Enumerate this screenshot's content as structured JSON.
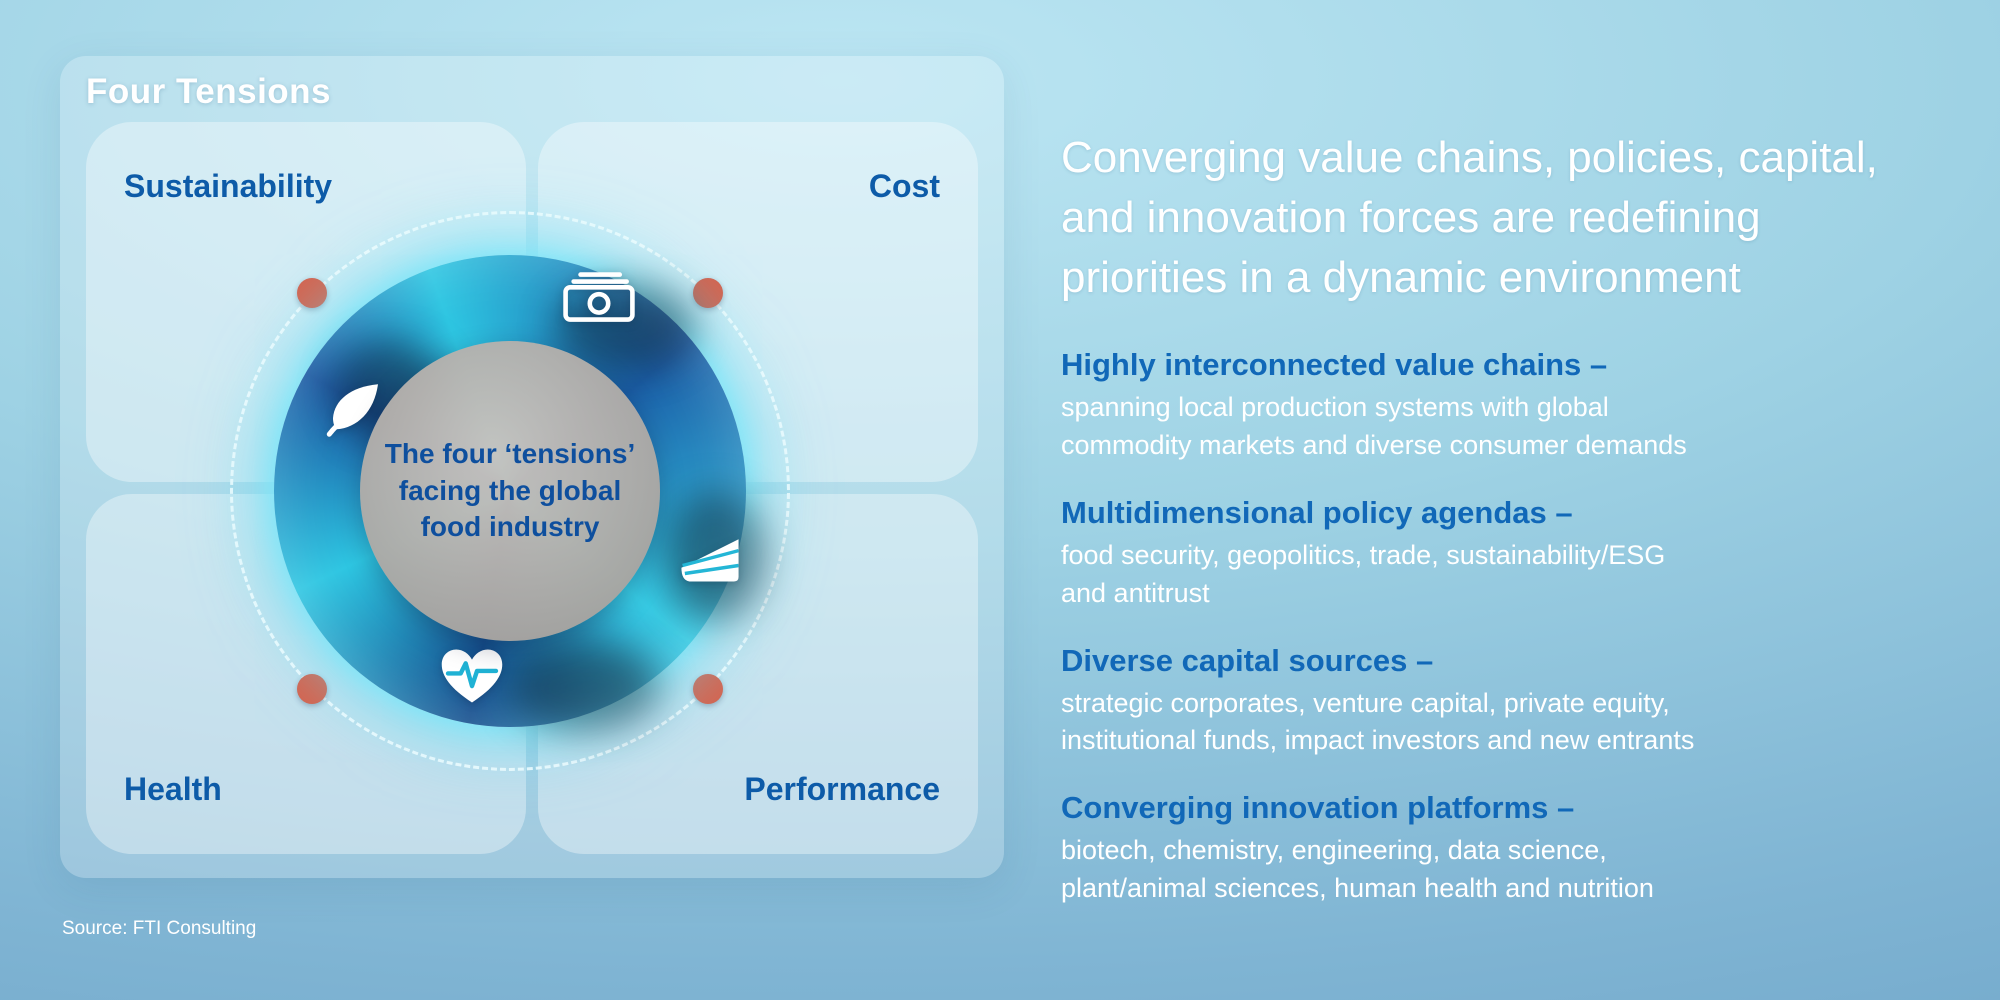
{
  "colors": {
    "accent_blue": "#1168b8",
    "label_blue": "#0d5ba8",
    "dot_red": "#d9604a",
    "wheel_teal": "#2ec6e2",
    "wheel_dark": "#1b5fa8",
    "center_text_blue": "#0e4f9e"
  },
  "panel": {
    "title": "Four Tensions",
    "quadrants": {
      "top_left": "Sustainability",
      "top_right": "Cost",
      "bottom_left": "Health",
      "bottom_right": "Performance"
    },
    "center_caption": "The four ‘tensions’\nfacing the global\nfood industry",
    "icons": {
      "money": "money-icon",
      "leaf": "leaf-icon",
      "cake": "cake-slice-icon",
      "heart": "heartbeat-icon"
    }
  },
  "source": "Source: FTI Consulting",
  "right_column": {
    "headline": "Converging value chains, policies, capital,\nand innovation forces are redefining\npriorities in a dynamic environment",
    "sections": [
      {
        "title": "Highly interconnected value chains –",
        "body": "spanning local production systems with global\ncommodity markets and diverse consumer demands"
      },
      {
        "title": "Multidimensional policy agendas –",
        "body": "food security, geopolitics, trade, sustainability/ESG\nand antitrust"
      },
      {
        "title": "Diverse capital sources –",
        "body": "strategic corporates, venture capital, private equity,\ninstitutional funds, impact investors and new entrants"
      },
      {
        "title": "Converging innovation platforms  –",
        "body": "biotech, chemistry, engineering, data science,\nplant/animal sciences, human health and nutrition"
      }
    ]
  }
}
